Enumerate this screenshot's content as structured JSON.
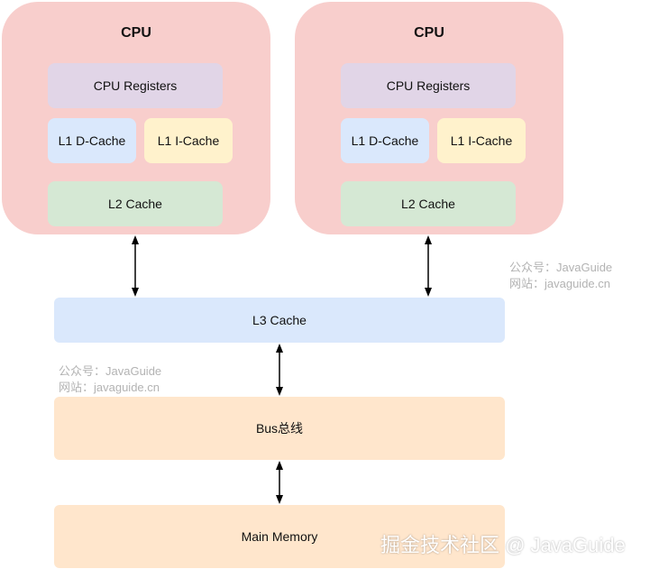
{
  "cpus": [
    {
      "title": "CPU",
      "registers": "CPU Registers",
      "l1_data": "L1 D-Cache",
      "l1_instruction": "L1 I-Cache",
      "l2": "L2 Cache"
    },
    {
      "title": "CPU",
      "registers": "CPU Registers",
      "l1_data": "L1 D-Cache",
      "l1_instruction": "L1 I-Cache",
      "l2": "L2 Cache"
    }
  ],
  "l3": "L3 Cache",
  "bus": "Bus总线",
  "memory": "Main Memory",
  "watermarks": [
    {
      "line1": "公众号：JavaGuide",
      "line2": "网站：javaguide.cn"
    },
    {
      "line1": "公众号：JavaGuide",
      "line2": "网站：javaguide.cn"
    }
  ],
  "brand": "掘金技术社区 @ JavaGuide",
  "colors": {
    "cpu_box": "#f8cecc",
    "registers": "#e1d5e7",
    "l1_data": "#dae8fc",
    "l1_instruction": "#fff2cc",
    "l2": "#d5e8d4",
    "l3": "#dae8fc",
    "bus": "#ffe6cc",
    "memory": "#ffe6cc",
    "arrow": "#000000"
  }
}
